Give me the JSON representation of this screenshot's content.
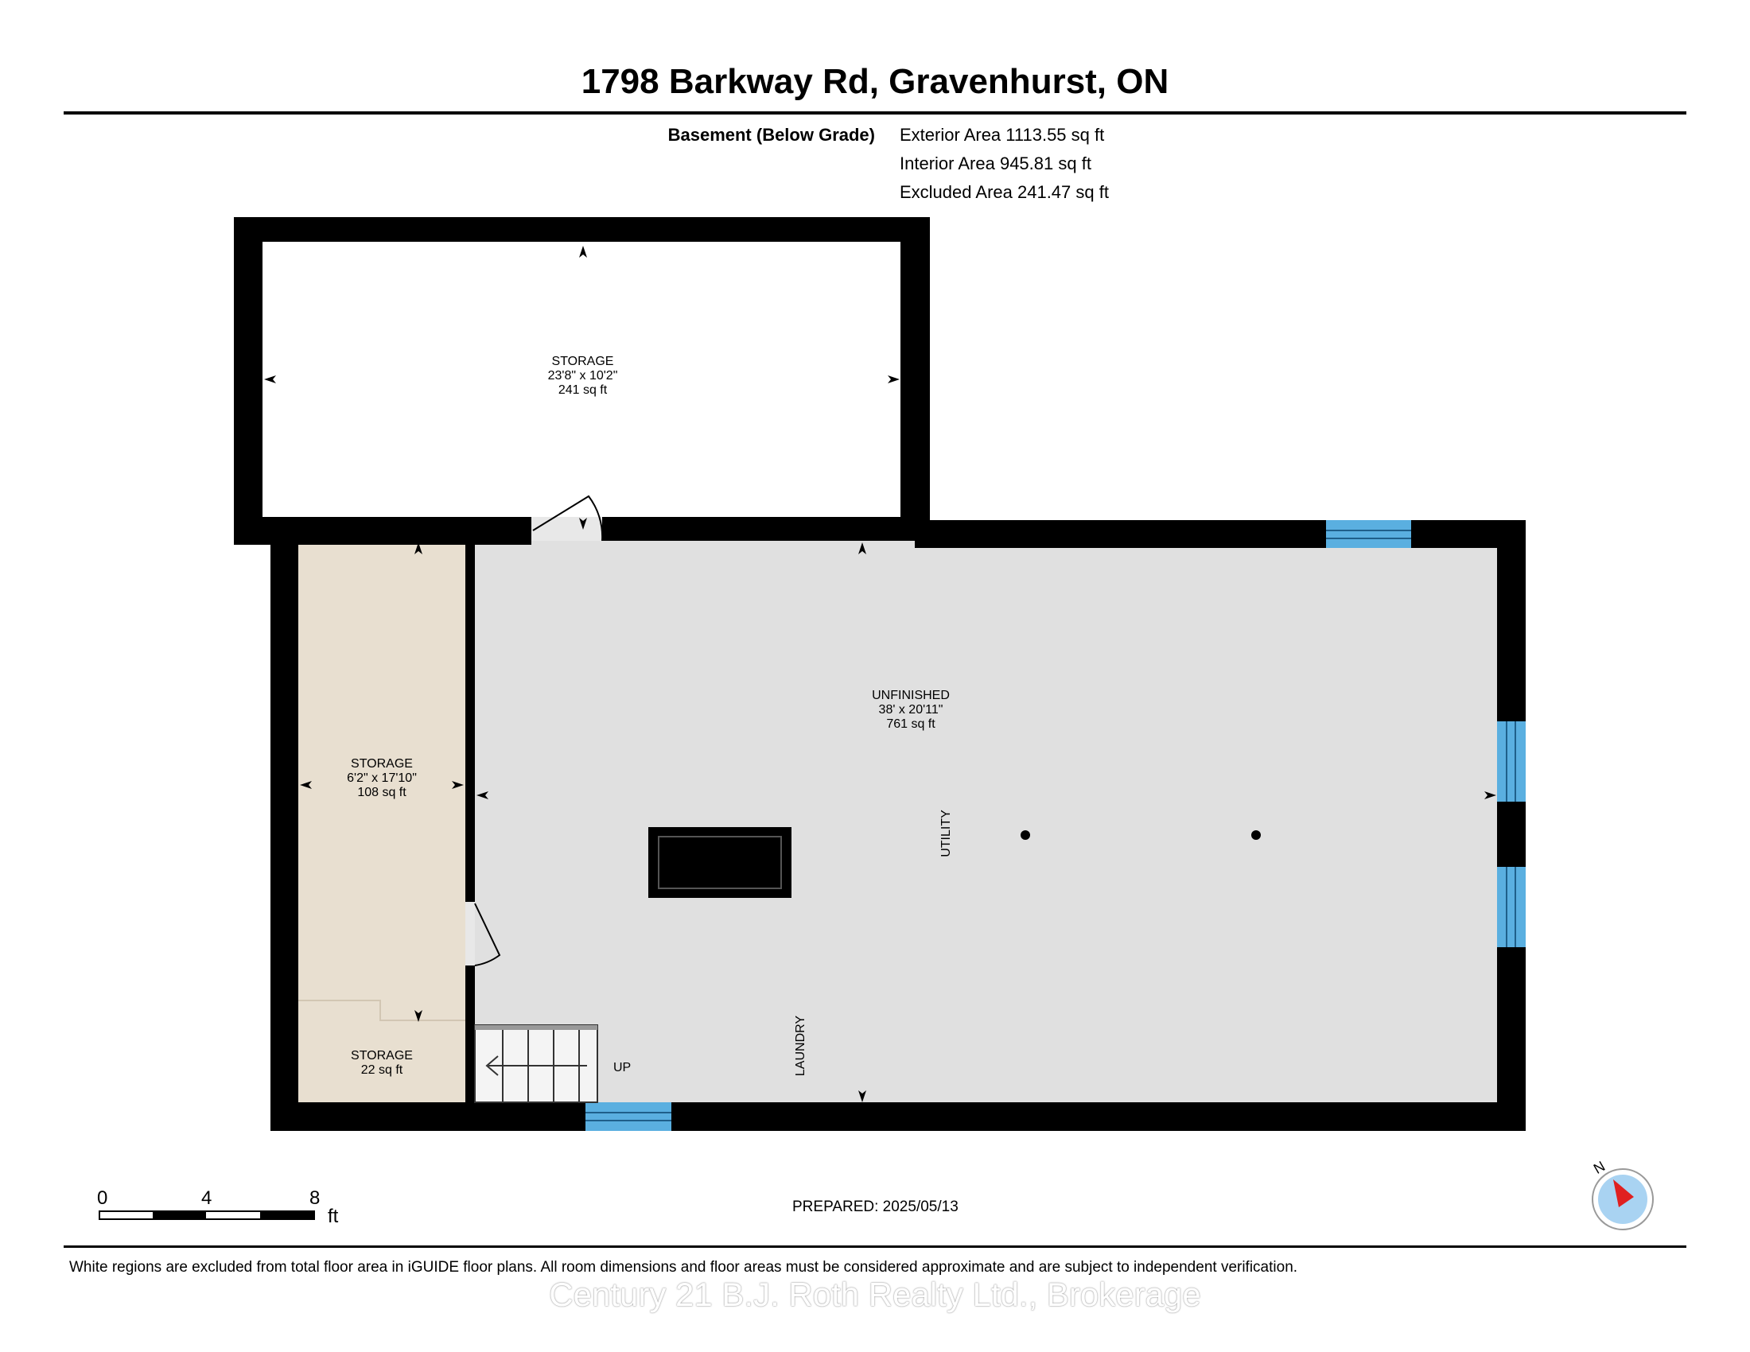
{
  "header": {
    "title": "1798 Barkway Rd, Gravenhurst, ON"
  },
  "floor": {
    "level_label": "Basement (Below Grade)",
    "exterior_area": "Exterior Area 1113.55 sq ft",
    "interior_area": "Interior Area 945.81 sq ft",
    "excluded_area": "Excluded Area 241.47 sq ft"
  },
  "rooms": {
    "storage_top": {
      "name": "STORAGE",
      "dims": "23'8\" x 10'2\"",
      "area": "241 sq ft"
    },
    "unfinished": {
      "name": "UNFINISHED",
      "dims": "38' x 20'11\"",
      "area": "761 sq ft"
    },
    "storage_left": {
      "name": "STORAGE",
      "dims": "6'2\" x 17'10\"",
      "area": "108 sq ft"
    },
    "storage_small": {
      "name": "STORAGE",
      "area": "22 sq ft"
    },
    "utility_label": "UTILITY",
    "laundry_label": "LAUNDRY",
    "stairs_label": "UP"
  },
  "scale_bar": {
    "ticks": [
      "0",
      "4",
      "8"
    ],
    "unit": "ft"
  },
  "compass": {
    "north_label": "N"
  },
  "footer": {
    "prepared": "PREPARED: 2025/05/13",
    "disclaimer": "White regions are excluded from total floor area in iGUIDE floor plans. All room dimensions and floor areas must be considered approximate and are subject to independent verification.",
    "watermark": "Century 21 B.J. Roth Realty Ltd., Brokerage"
  },
  "colors": {
    "wall": "#000000",
    "unfinished_floor": "#e0e0e0",
    "storage_floor": "#e8dfd0",
    "window": "#5aafe0"
  }
}
